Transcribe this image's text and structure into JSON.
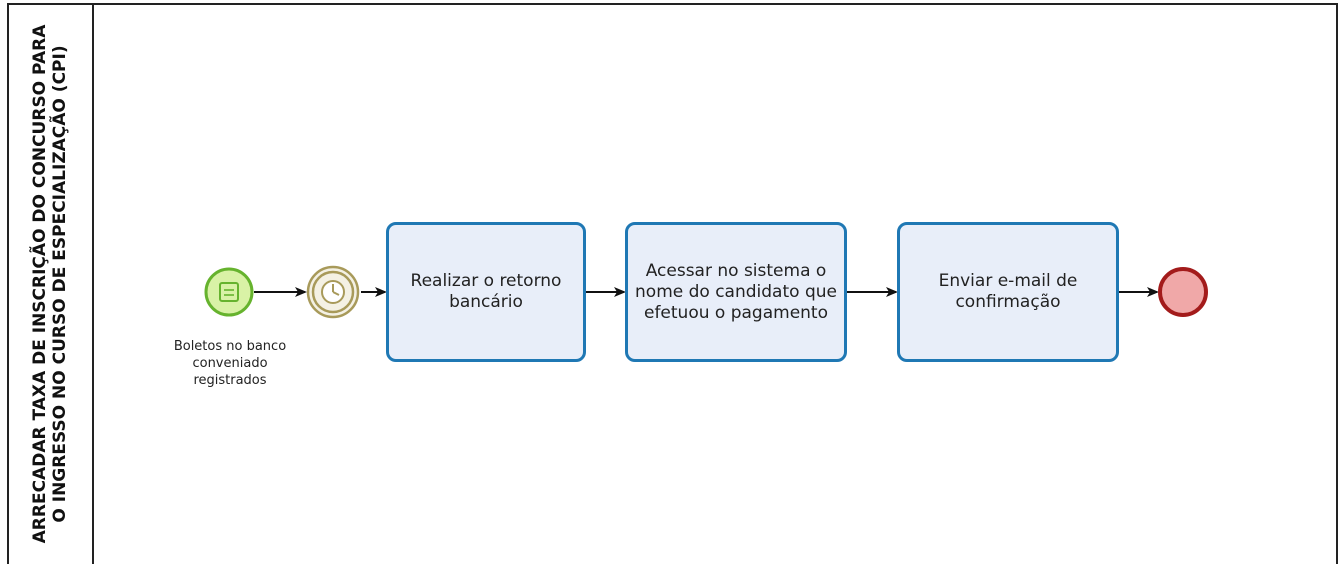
{
  "pool": {
    "title": "ARRECADAR TAXA DE INSCRIÇÃO DO CONCURSO PARA\nO INGRESSO NO CURSO DE ESPECIALIZAÇÃO (CPI)"
  },
  "start_event": {
    "type": "message-start",
    "label": "Boletos no banco\nconveniado\nregistrados",
    "fill": "#d9f2a6",
    "stroke": "#66b32e"
  },
  "timer_event": {
    "type": "timer-intermediate",
    "stroke": "#a89a5a",
    "fill": "#f4f1e4"
  },
  "tasks": [
    {
      "label": "Realizar o retorno bancário"
    },
    {
      "label": "Acessar no sistema o nome do candidato que efetuou o pagamento"
    },
    {
      "label": "Enviar e-mail de confirmação"
    }
  ],
  "end_event": {
    "type": "end",
    "fill": "#f0a8a8",
    "stroke": "#a31b1b"
  },
  "colors": {
    "task_border": "#1f78b4",
    "task_fill": "#e8eef9",
    "flow": "#111111"
  }
}
